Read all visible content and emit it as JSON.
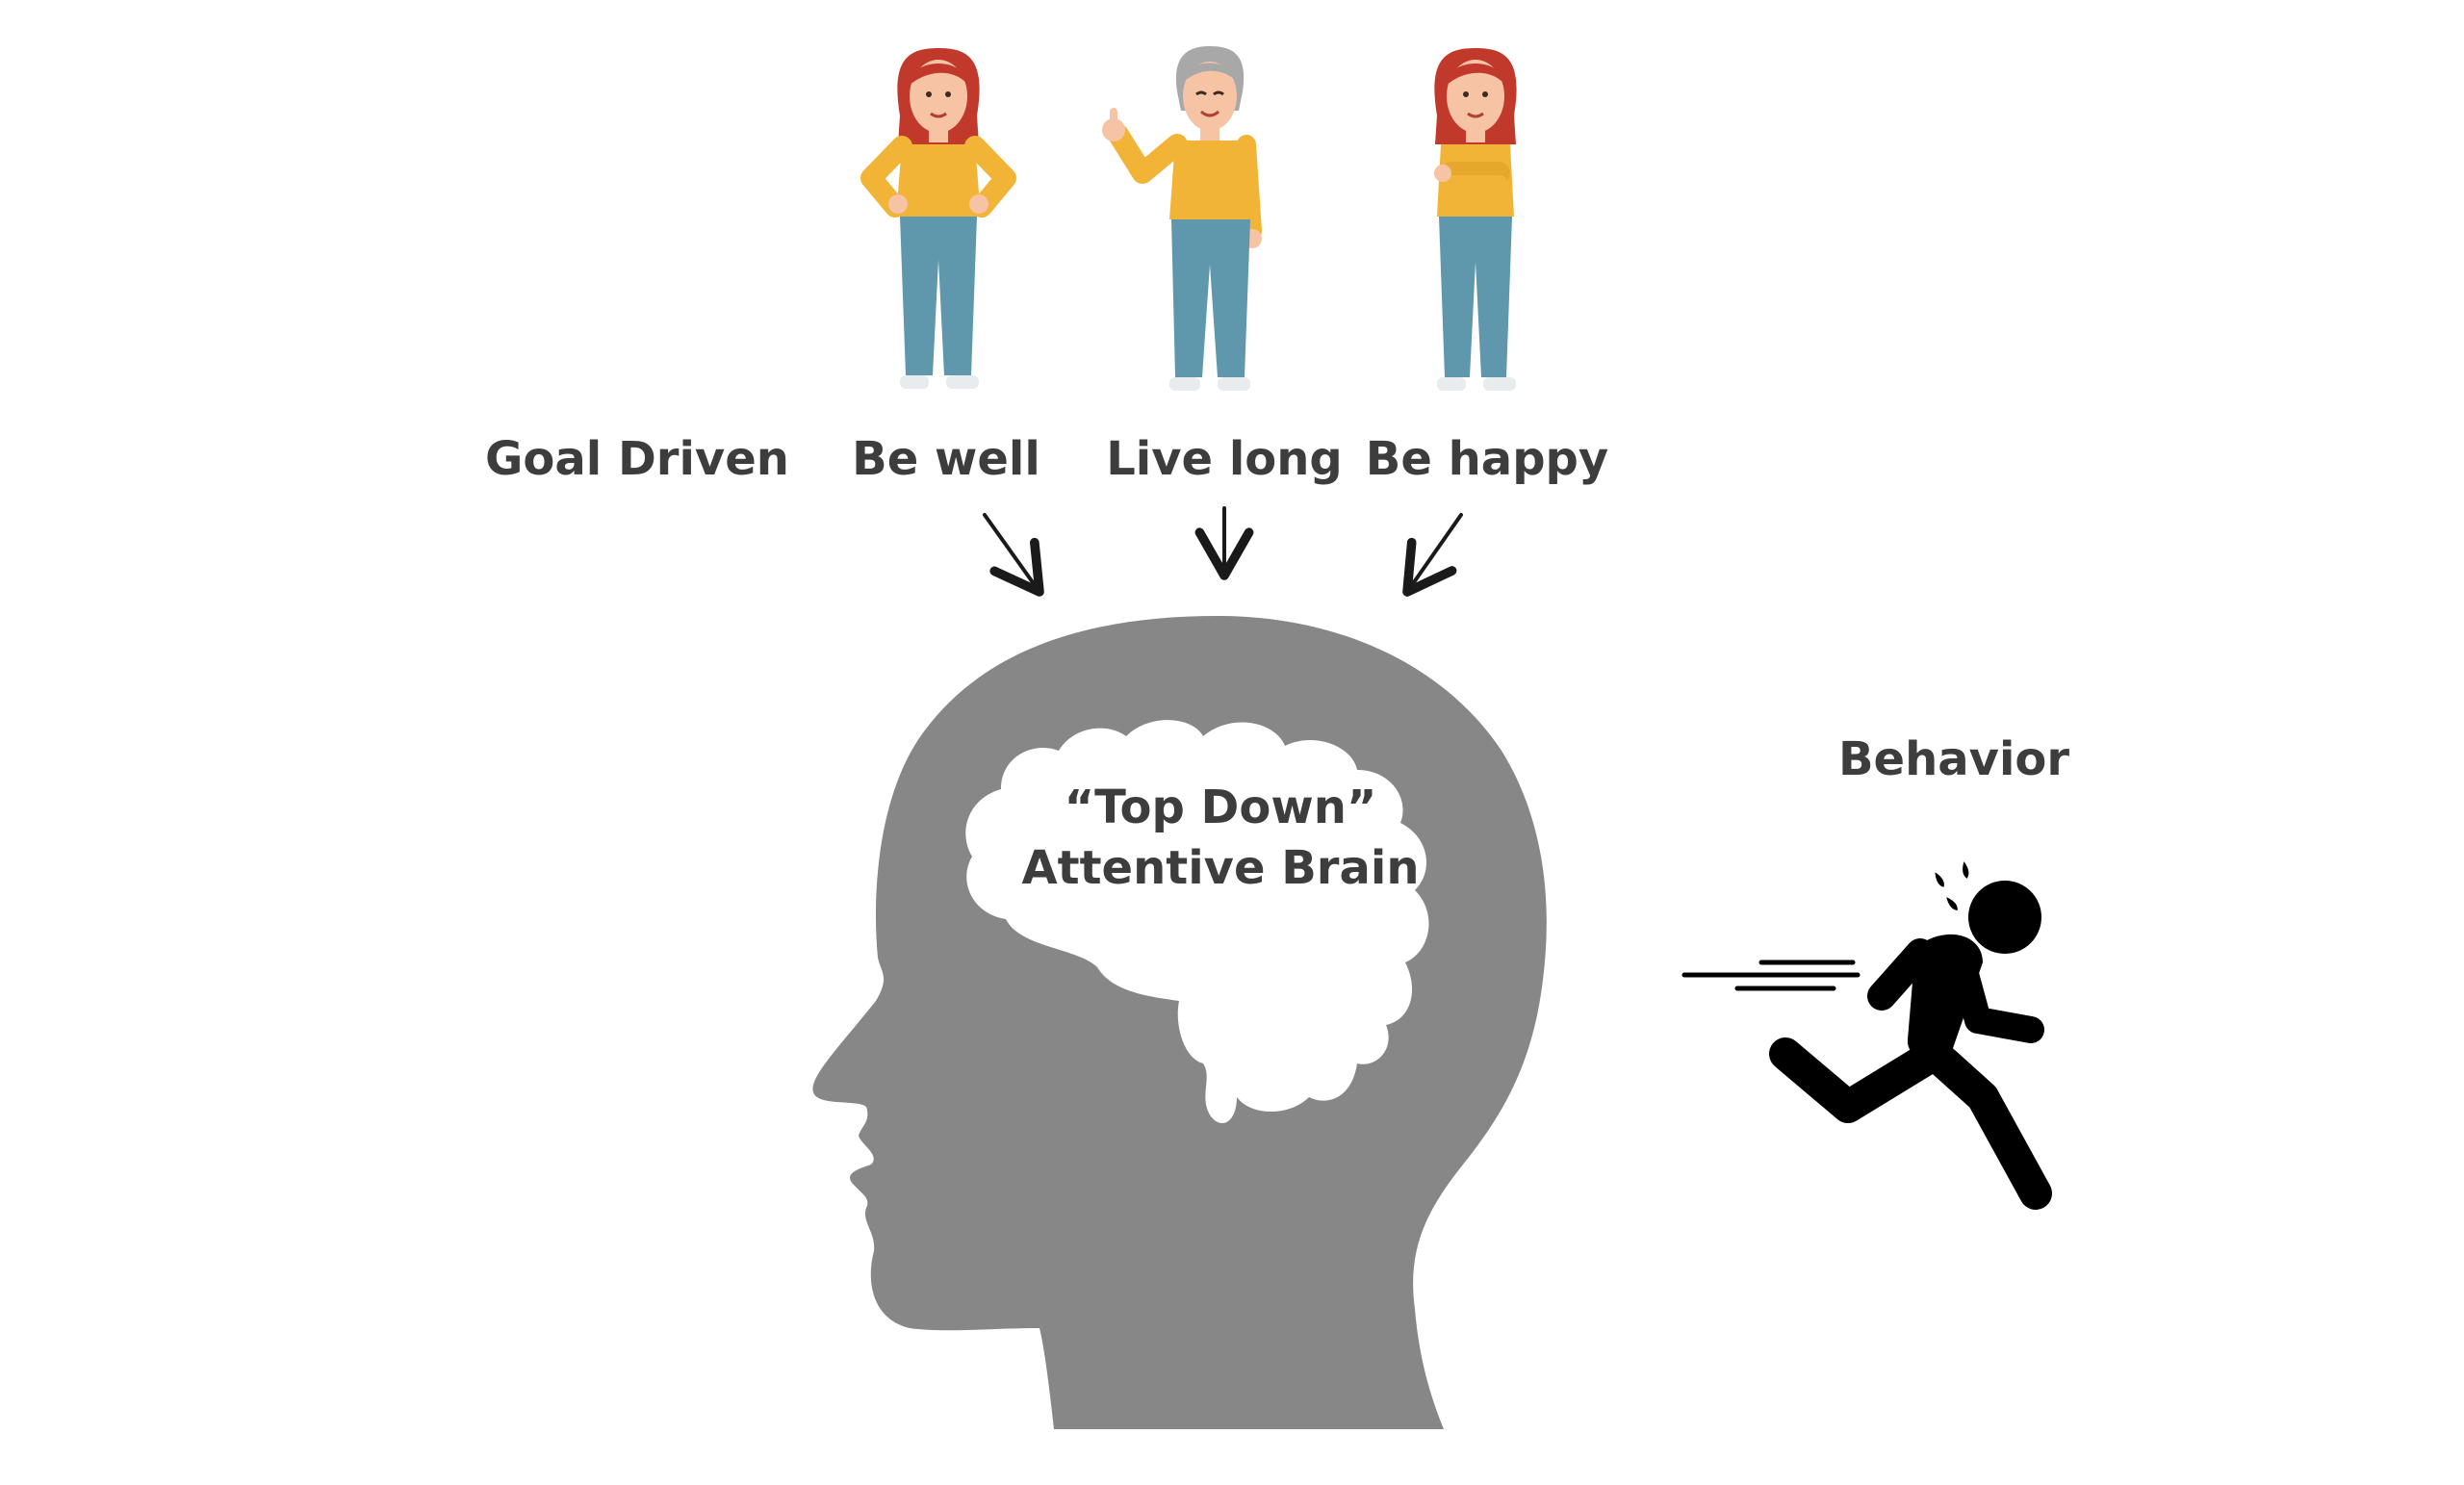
{
  "labels": {
    "goal_driven": "Goal Driven",
    "be_well": "Be well",
    "live_long": "Live long",
    "be_happy": "Be happy",
    "behavior": "Behavior"
  },
  "brain_text": {
    "line1": "“Top Down”",
    "line2": "Attentive Brain"
  },
  "figures": [
    {
      "name": "young-woman-hands-on-hips",
      "role": "Be well"
    },
    {
      "name": "older-woman-thumbs-up",
      "role": "Live long"
    },
    {
      "name": "young-woman-arms-crossed",
      "role": "Be happy"
    }
  ],
  "icons": [
    "head-silhouette",
    "brain-shape",
    "running-person-icon",
    "arrow-down-right",
    "arrow-down",
    "arrow-down-left"
  ],
  "colors": {
    "head": "#878787",
    "brain": "#ffffff",
    "text": "#3d3d3d",
    "arrow": "#1a1a1a",
    "runner": "#000000",
    "sweater": "#f2b437",
    "jeans": "#5f98ad",
    "hair_young": "#c0392b",
    "hair_old": "#a8a8a8",
    "skin": "#f7c3a5"
  }
}
